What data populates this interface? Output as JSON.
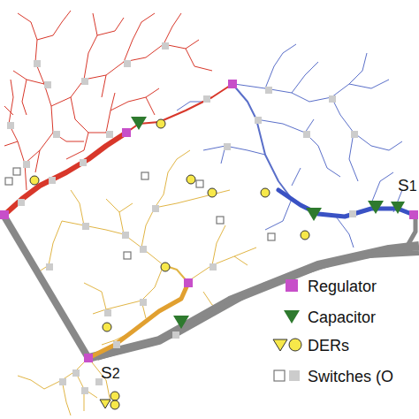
{
  "diagram": {
    "labels": [
      "S1",
      "S2"
    ],
    "legend": [
      {
        "text": "Regulator"
      },
      {
        "text": "Capacitor"
      },
      {
        "text": "DERs"
      },
      {
        "text": "Switches (O"
      }
    ]
  }
}
